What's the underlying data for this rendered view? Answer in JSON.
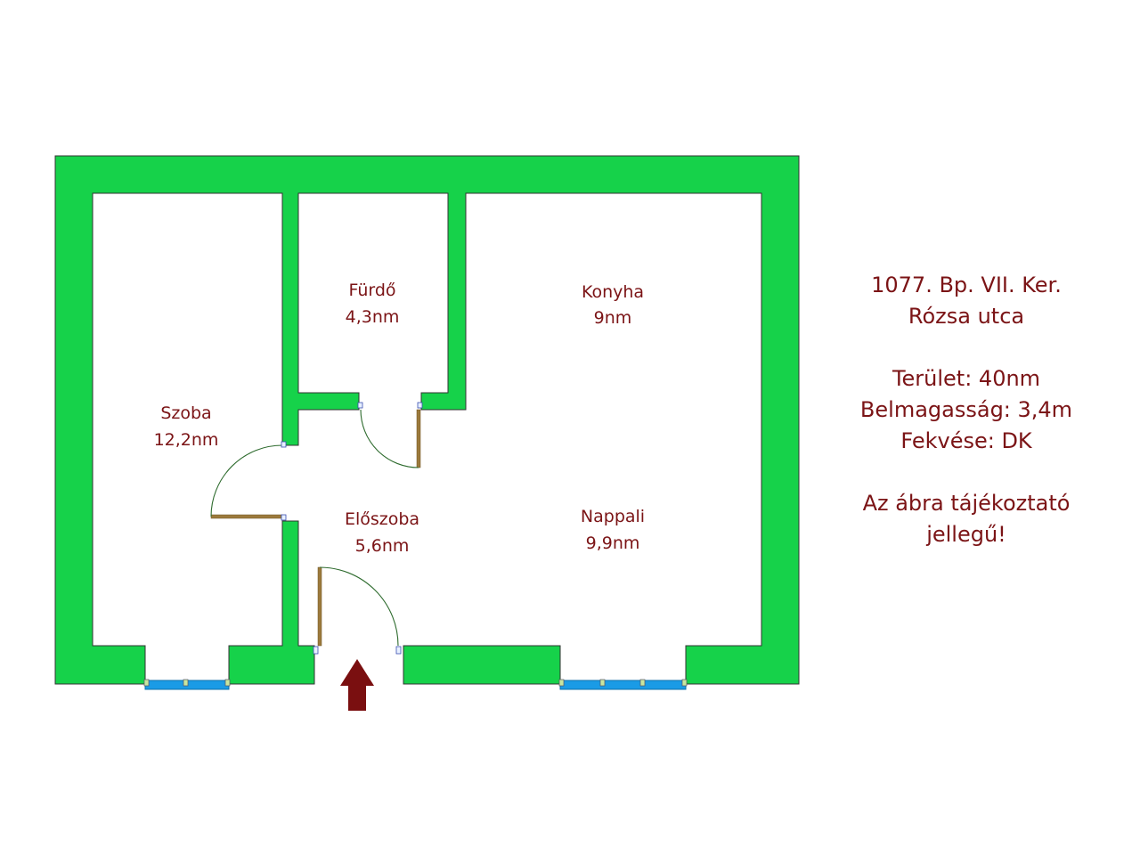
{
  "colors": {
    "wall": "#16d24a",
    "window": "#1a9be6",
    "door_leaf": "#9c7a3c",
    "door_swing": "#2e6b2e",
    "text": "#7b1416",
    "entrance_arrow": "#7a0f10"
  },
  "rooms": {
    "szoba": {
      "name": "Szoba",
      "area": "12,2nm"
    },
    "furdo": {
      "name": "Fürdő",
      "area": "4,3nm"
    },
    "konyha": {
      "name": "Konyha",
      "area": "9nm"
    },
    "eloszoba": {
      "name": "Előszoba",
      "area": "5,6nm"
    },
    "nappali": {
      "name": "Nappali",
      "area": "9,9nm"
    }
  },
  "info": {
    "address_line1": "1077. Bp. VII. Ker.",
    "address_line2": "Rózsa utca",
    "area": "Terület: 40nm",
    "ceiling_height": "Belmagasság: 3,4m",
    "orientation": "Fekvése: DK",
    "disclaimer_line1": "Az ábra tájékoztató",
    "disclaimer_line2": "jellegű!"
  },
  "icons": {
    "entrance": "entrance-arrow-icon"
  }
}
